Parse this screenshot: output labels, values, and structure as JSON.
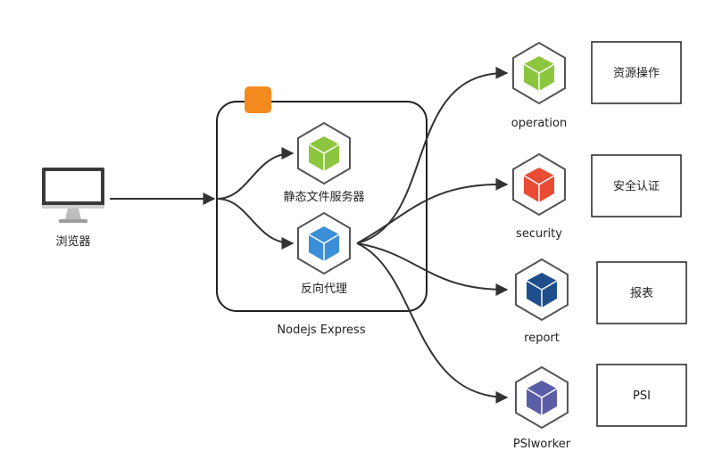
{
  "browser": {
    "label": "浏览器"
  },
  "container": {
    "label": "Nodejs Express",
    "badge_color": "#F38A1D"
  },
  "static_server": {
    "label": "静态文件服务器",
    "cube_color": "#8CC63F"
  },
  "reverse_proxy": {
    "label": "反向代理",
    "cube_color": "#3B8ED8"
  },
  "services": [
    {
      "label": "operation",
      "cube_color": "#8CC63F",
      "box_label": "资源操作"
    },
    {
      "label": "security",
      "cube_color": "#E94B35",
      "box_label": "安全认证"
    },
    {
      "label": "report",
      "cube_color": "#1E4E8C",
      "box_label": "报表"
    },
    {
      "label": "PSIworker",
      "cube_color": "#5B5EA6",
      "box_label": "PSI"
    }
  ],
  "colors": {
    "line": "#333333",
    "hex_stroke": "#555555"
  }
}
